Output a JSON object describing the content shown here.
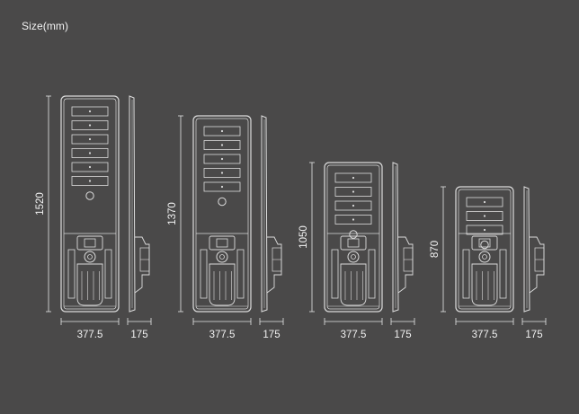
{
  "title": "Size(mm)",
  "colors": {
    "background": "#4a4949",
    "line": "#dcdcdc",
    "dim_line": "#e6e6e6",
    "text": "#f1f1f1"
  },
  "models": [
    {
      "height_label": "1520",
      "width_label": "377.5",
      "depth_label": "175",
      "panels": 6
    },
    {
      "height_label": "1370",
      "width_label": "377.5",
      "depth_label": "175",
      "panels": 5
    },
    {
      "height_label": "1050",
      "width_label": "377.5",
      "depth_label": "175",
      "panels": 4
    },
    {
      "height_label": "870",
      "width_label": "377.5",
      "depth_label": "175",
      "panels": 3
    }
  ]
}
